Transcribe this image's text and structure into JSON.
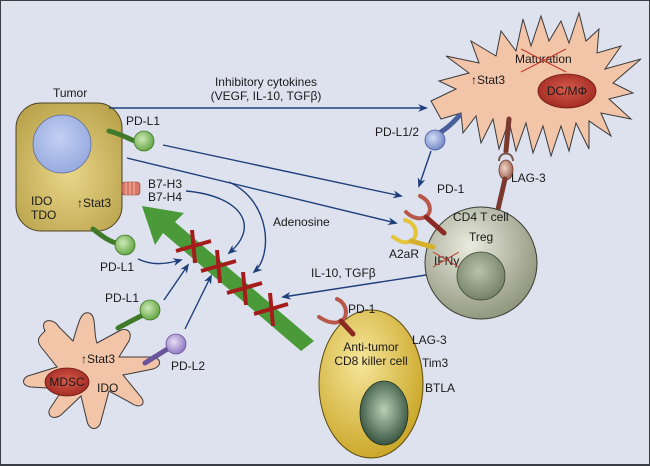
{
  "title": "Tumor immune suppression mechanisms",
  "colors": {
    "background": "#dee2ee",
    "arrow": "#1e3f7a",
    "tumor_cell": "#c7b35a",
    "tumor_nucleus": "#a9b9e6",
    "dc_cell": "#f2c4a8",
    "nucleus_red": "#b8322a",
    "cd4_cell": "#a9ad98",
    "cd8_cell": "#dcb832",
    "immune_arrow": "#4a9a3a",
    "block_cross": "#a51c1c",
    "pdl1": "#6fb54a",
    "pdl12": "#7f93cf",
    "pdl2": "#9b85c9",
    "pd1": "#b8584a",
    "a2ar": "#e3c43a"
  },
  "cells": {
    "tumor": {
      "label": "Tumor",
      "markers": [
        "IDO",
        "TDO"
      ],
      "stat3": "↑Stat3"
    },
    "dc": {
      "nucleus_label": "DC/MΦ",
      "stat3": "↑Stat3",
      "blocked_process": "Maturation"
    },
    "mdsc": {
      "nucleus_label": "MDSC",
      "stat3": "↑Stat3",
      "marker": "IDO"
    },
    "cd4": {
      "label": "CD4 T cell",
      "subtype": "Treg",
      "blocked_cytokine": "IFNγ"
    },
    "cd8": {
      "label_line1": "Anti-tumor",
      "label_line2": "CD8 killer cell",
      "markers": [
        "LAG-3",
        "Tim3",
        "BTLA"
      ]
    }
  },
  "molecules": {
    "tumor_pdl1_top": "PD-L1",
    "tumor_pdl1_bottom": "PD-L1",
    "b7h3": "B7-H3",
    "b7h4": "B7-H4",
    "mdsc_pdl1": "PD-L1",
    "mdsc_pdl2": "PD-L2",
    "dc_pdl12": "PD-L1/2",
    "dc_lag3": "LAG-3",
    "cd4_pd1": "PD-1",
    "cd4_a2ar": "A2aR",
    "cd8_pd1": "PD-1"
  },
  "pathways": {
    "inhibitory_cytokines_line1": "Inhibitory cytokines",
    "inhibitory_cytokines_line2": "(VEGF, IL-10, TGFβ)",
    "adenosine": "Adenosine",
    "treg_cytokines": "IL-10, TGFβ"
  },
  "blocked_crosses_count": 4
}
